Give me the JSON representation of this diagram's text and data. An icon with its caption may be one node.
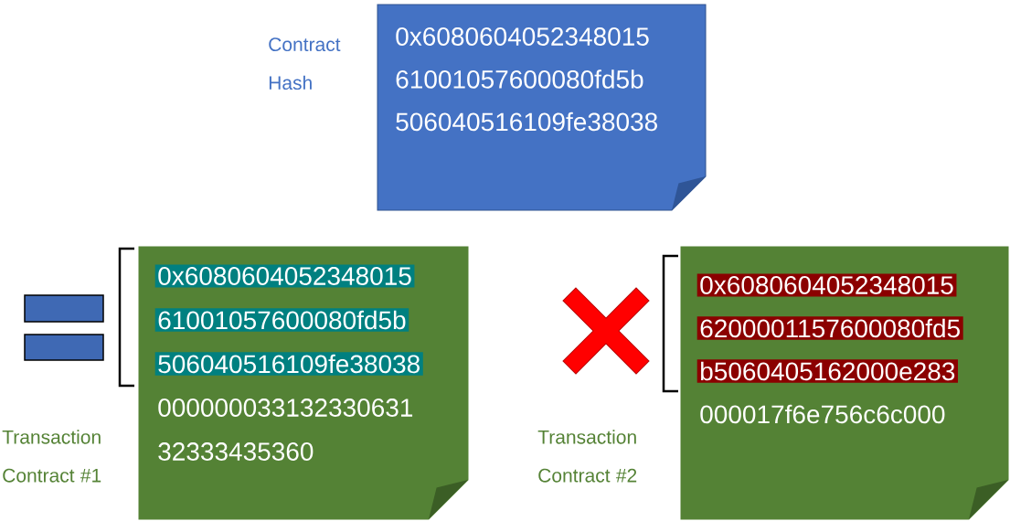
{
  "diagram": {
    "nodes": [
      {
        "text": [
          "0x6080604052348015",
          "61001057600080fd5b",
          "506040516109fe38038"
        ],
        "beside": [
          "Contract Hash"
        ]
      },
      {
        "text": [
          "0x6080604052348015",
          "61001057600080fd5b",
          "506040516109fe38038",
          "000000033132330631",
          "32333435360"
        ],
        "beside": [
          "Transaction Contract #1"
        ]
      },
      {
        "text": [
          "0x6080604052348015",
          "6200001157600080fd5",
          "b5060405162000e283",
          "000017f6e756c6c000"
        ],
        "beside": [
          "Transaction Contract #2"
        ]
      }
    ]
  }
}
